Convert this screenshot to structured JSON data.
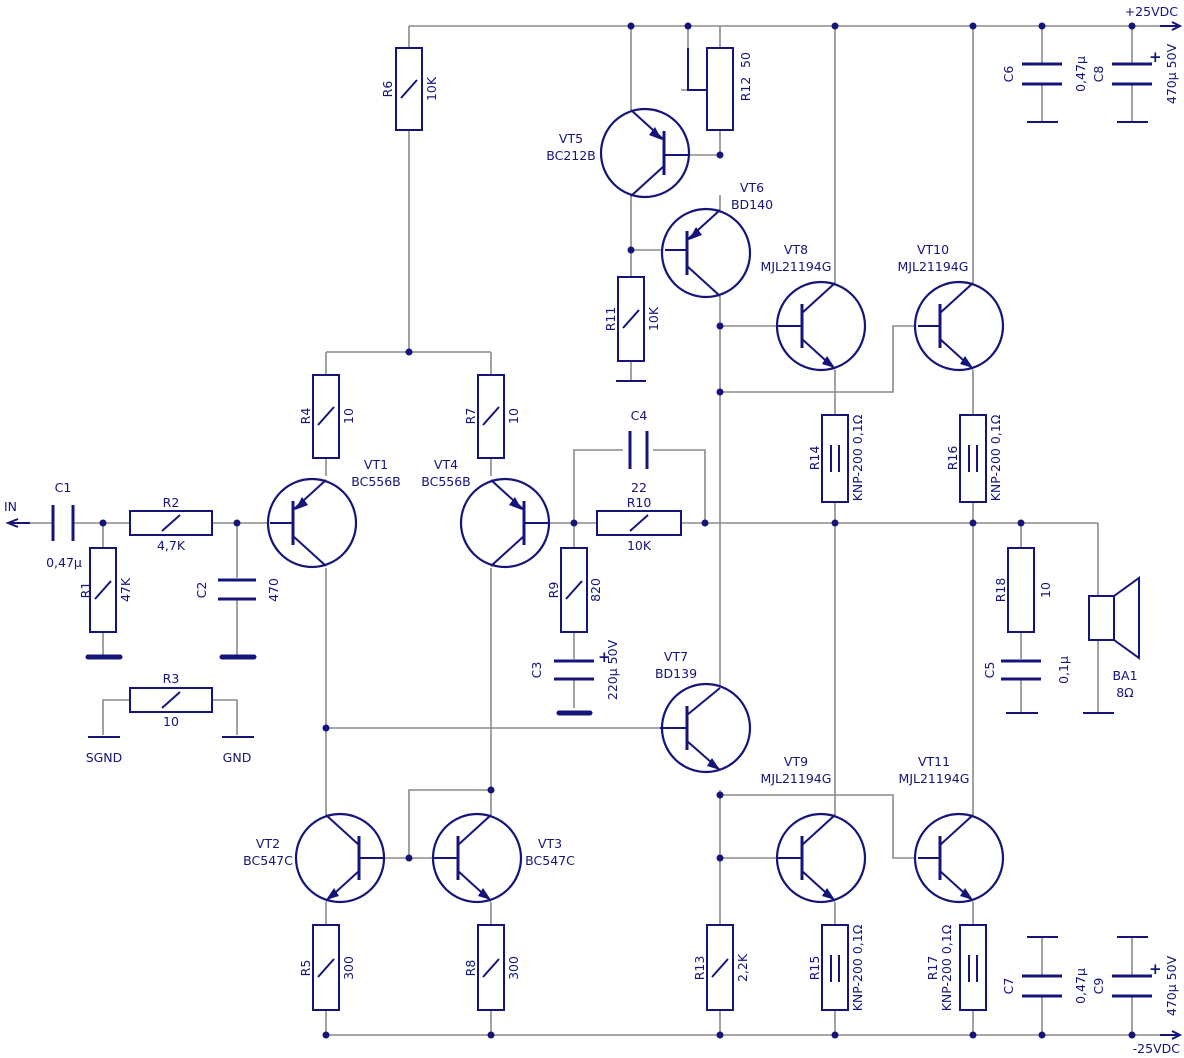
{
  "colors": {
    "ink": "#14147a",
    "wire": "#8a8a8a",
    "background": "#ffffff"
  },
  "rails": {
    "positive": "+25VDC",
    "negative": "-25VDC"
  },
  "ports": {
    "input": "IN",
    "signal_ground": "SGND",
    "ground": "GND"
  },
  "resistors": {
    "r1": {
      "ref": "R1",
      "value": "47K"
    },
    "r2": {
      "ref": "R2",
      "value": "4,7K"
    },
    "r3": {
      "ref": "R3",
      "value": "10"
    },
    "r4": {
      "ref": "R4",
      "value": "10"
    },
    "r5": {
      "ref": "R5",
      "value": "300"
    },
    "r6": {
      "ref": "R6",
      "value": "10K"
    },
    "r7": {
      "ref": "R7",
      "value": "10"
    },
    "r8": {
      "ref": "R8",
      "value": "300"
    },
    "r9": {
      "ref": "R9",
      "value": "820"
    },
    "r10": {
      "ref": "R10",
      "value": "10K"
    },
    "r11": {
      "ref": "R11",
      "value": "10K"
    },
    "r12": {
      "ref": "R12",
      "value": "50"
    },
    "r13": {
      "ref": "R13",
      "value": "2,2K"
    },
    "r14": {
      "ref": "R14",
      "value": "KNP-200 0,1Ω"
    },
    "r15": {
      "ref": "R15",
      "value": "KNP-200 0,1Ω"
    },
    "r16": {
      "ref": "R16",
      "value": "KNP-200 0,1Ω"
    },
    "r17": {
      "ref": "R17",
      "value": "KNP-200 0,1Ω"
    },
    "r18": {
      "ref": "R18",
      "value": "10"
    }
  },
  "capacitors": {
    "c1": {
      "ref": "C1",
      "value": "0,47µ"
    },
    "c2": {
      "ref": "C2",
      "value": "470"
    },
    "c3": {
      "ref": "C3",
      "value": "220µ 50V",
      "polarity": "+"
    },
    "c4": {
      "ref": "C4",
      "value": "22"
    },
    "c5": {
      "ref": "C5",
      "value": "0,1µ"
    },
    "c6": {
      "ref": "C6",
      "value": "0,47µ"
    },
    "c7": {
      "ref": "C7",
      "value": "0,47µ"
    },
    "c8": {
      "ref": "C8",
      "value": "470µ 50V",
      "polarity": "+"
    },
    "c9": {
      "ref": "C9",
      "value": "470µ 50V",
      "polarity": "+"
    }
  },
  "transistors": {
    "vt1": {
      "ref": "VT1",
      "part": "BC556B",
      "type": "pnp"
    },
    "vt2": {
      "ref": "VT2",
      "part": "BC547C",
      "type": "npn"
    },
    "vt3": {
      "ref": "VT3",
      "part": "BC547C",
      "type": "npn"
    },
    "vt4": {
      "ref": "VT4",
      "part": "BC556B",
      "type": "pnp"
    },
    "vt5": {
      "ref": "VT5",
      "part": "BC212B",
      "type": "pnp"
    },
    "vt6": {
      "ref": "VT6",
      "part": "BD140",
      "type": "pnp"
    },
    "vt7": {
      "ref": "VT7",
      "part": "BD139",
      "type": "npn"
    },
    "vt8": {
      "ref": "VT8",
      "part": "MJL21194G",
      "type": "npn"
    },
    "vt9": {
      "ref": "VT9",
      "part": "MJL21194G",
      "type": "npn"
    },
    "vt10": {
      "ref": "VT10",
      "part": "MJL21194G",
      "type": "npn"
    },
    "vt11": {
      "ref": "VT11",
      "part": "MJL21194G",
      "type": "npn"
    }
  },
  "speaker": {
    "ref": "BA1",
    "value": "8Ω"
  }
}
